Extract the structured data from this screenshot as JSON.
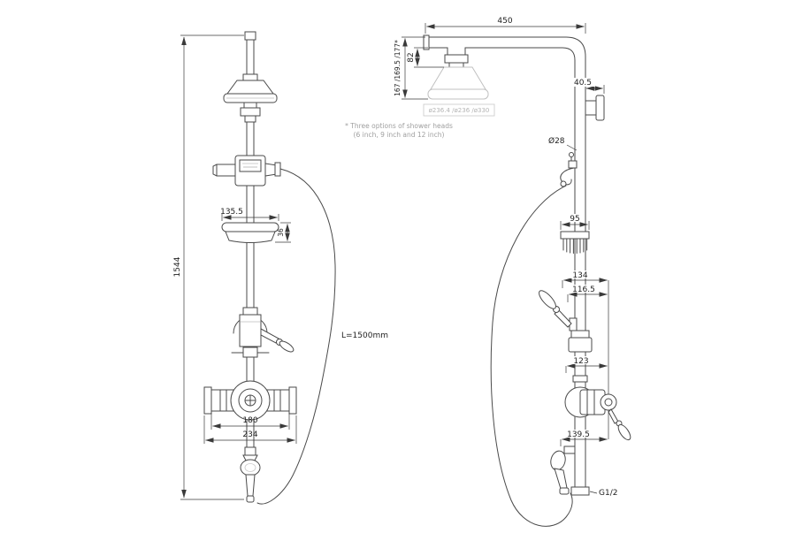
{
  "page": {
    "background": "#ffffff"
  },
  "drawing": {
    "type": "technical-dimension-drawing",
    "subject": "Exposed thermostatic shower column with rigid riser, overhead shower, soap dish and handset (front and side elevations)",
    "line_color": "#4a4a4a",
    "dimension_color": "#3a3a3a",
    "option_color": "#c0c0c0"
  },
  "note": {
    "line1": "* Three options of shower heads",
    "line2": "(6 inch, 9 inch and 12 inch)"
  },
  "front_view": {
    "dimensions": {
      "overall_height": "1544",
      "soap_dish_width": "135.5",
      "soap_dish_depth": "36",
      "valve_centres_width": "180",
      "valve_overall_width": "234",
      "hose_length": "L=1500mm"
    }
  },
  "side_view": {
    "dimensions": {
      "arm_projection": "450",
      "arm_drop": "82",
      "head_drop_options": "167 /169.5 /177*",
      "head_diameter_options": "ø236.4 /ø236 /ø330",
      "wall_bracket_offset": "40.5",
      "riser_diameter": "Ø28",
      "soap_dish_projection": "95",
      "lever_projection": "134",
      "lever_projection_secondary": "116.5",
      "valve_projection": "123",
      "handset_projection": "139.5",
      "inlet_connection": "G1/2"
    }
  }
}
